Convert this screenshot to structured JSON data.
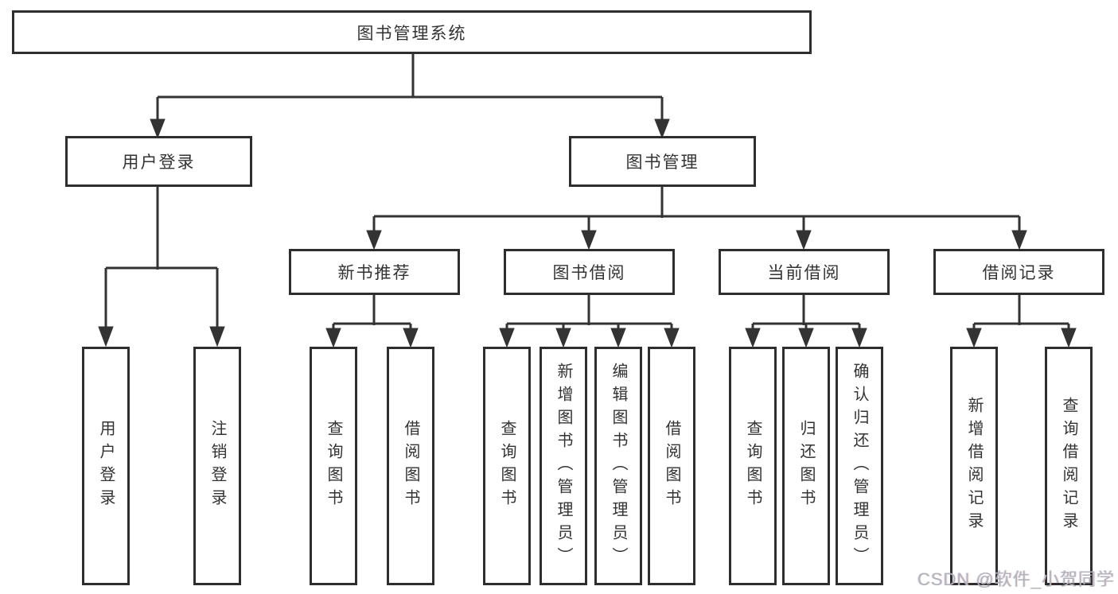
{
  "colors": {
    "background": "#ffffff",
    "line": "#333333",
    "box_border": "#2e2e2e",
    "text": "#333333",
    "watermark": "#b2b2ba"
  },
  "watermark": "CSDN @软件_小贺同学",
  "diagram": {
    "root": "图书管理系统",
    "login": {
      "label": "用户登录",
      "leaves": [
        "用户登录",
        "注销登录"
      ]
    },
    "management": {
      "label": "图书管理",
      "sections": [
        {
          "label": "新书推荐",
          "leaves": [
            "查询图书",
            "借阅图书"
          ]
        },
        {
          "label": "图书借阅",
          "leaves": [
            "查询图书",
            "新增图书（管理员）",
            "编辑图书（管理员）",
            "借阅图书"
          ]
        },
        {
          "label": "当前借阅",
          "leaves": [
            "查询图书",
            "归还图书",
            "确认归还（管理员）"
          ]
        },
        {
          "label": "借阅记录",
          "leaves": [
            "新增借阅记录",
            "查询借阅记录"
          ]
        }
      ]
    }
  }
}
